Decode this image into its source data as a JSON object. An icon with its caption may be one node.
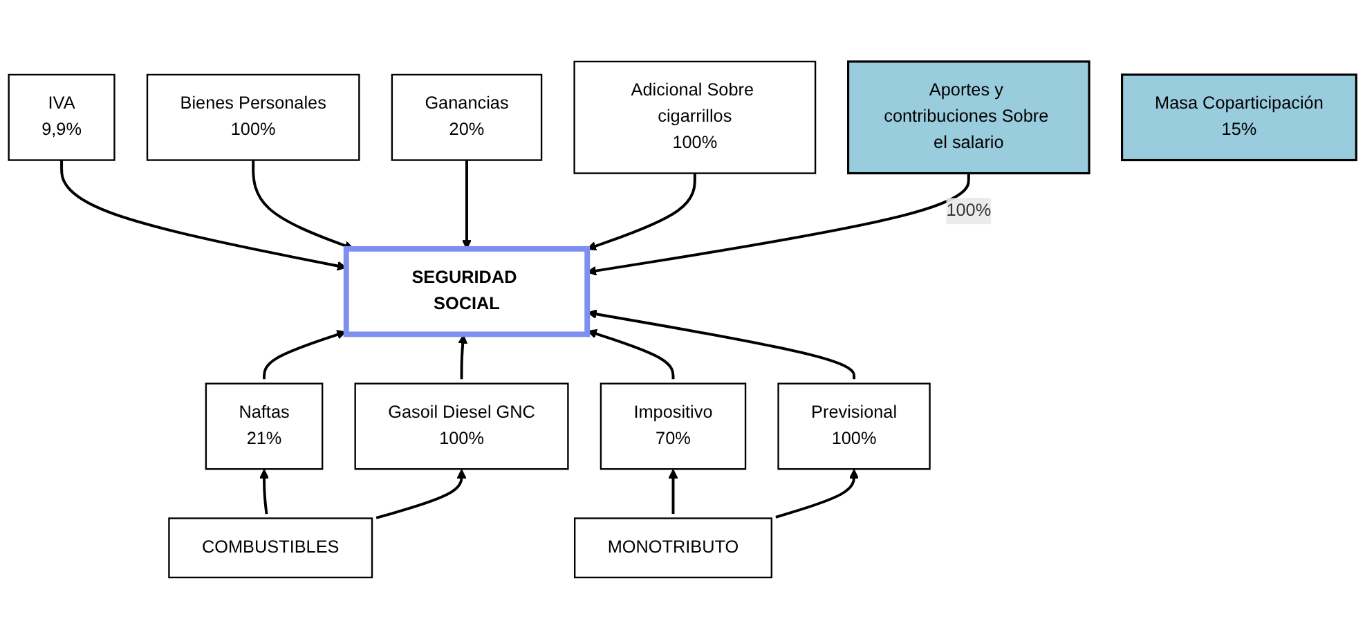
{
  "diagram": {
    "nodes": [
      {
        "text": [
          "IVA",
          "9,9%"
        ]
      },
      {
        "text": [
          "Bienes Personales",
          "100%"
        ]
      },
      {
        "text": [
          "Ganancias",
          "20%"
        ]
      },
      {
        "text": [
          "Adicional Sobre cigarrillos",
          "100%"
        ]
      },
      {
        "text": [
          "Aportes y contribuciones Sobre el salario"
        ]
      },
      {
        "text": [
          "SEGURIDAD SOCIAL"
        ]
      },
      {
        "text": [
          "Masa Coparticipación",
          "15%"
        ]
      },
      {
        "text": [
          "Naftas",
          "21%"
        ]
      },
      {
        "text": [
          "Gasoil Diesel GNC",
          "100%"
        ]
      },
      {
        "text": [
          "Impositivo",
          "70%"
        ]
      },
      {
        "text": [
          "Previsional",
          "100%"
        ]
      },
      {
        "text": [
          "COMBUSTIBLES"
        ]
      },
      {
        "text": [
          "MONOTRIBUTO"
        ]
      }
    ],
    "edges": [
      {
        "from": 0,
        "to": 5,
        "arrow": "to"
      },
      {
        "from": 1,
        "to": 5,
        "arrow": "to"
      },
      {
        "from": 2,
        "to": 5,
        "arrow": "to"
      },
      {
        "from": 3,
        "to": 5,
        "arrow": "to"
      },
      {
        "from": 4,
        "to": 5,
        "arrow": "to",
        "label": "100%"
      },
      {
        "from": 7,
        "to": 5,
        "arrow": "to"
      },
      {
        "from": 8,
        "to": 5,
        "arrow": "to"
      },
      {
        "from": 9,
        "to": 5,
        "arrow": "to"
      },
      {
        "from": 10,
        "to": 5,
        "arrow": "to"
      },
      {
        "from": 11,
        "to": 7,
        "arrow": "to"
      },
      {
        "from": 11,
        "to": 8,
        "arrow": "to"
      },
      {
        "from": 12,
        "to": 9,
        "arrow": "to"
      },
      {
        "from": 12,
        "to": 10,
        "arrow": "to"
      }
    ]
  }
}
